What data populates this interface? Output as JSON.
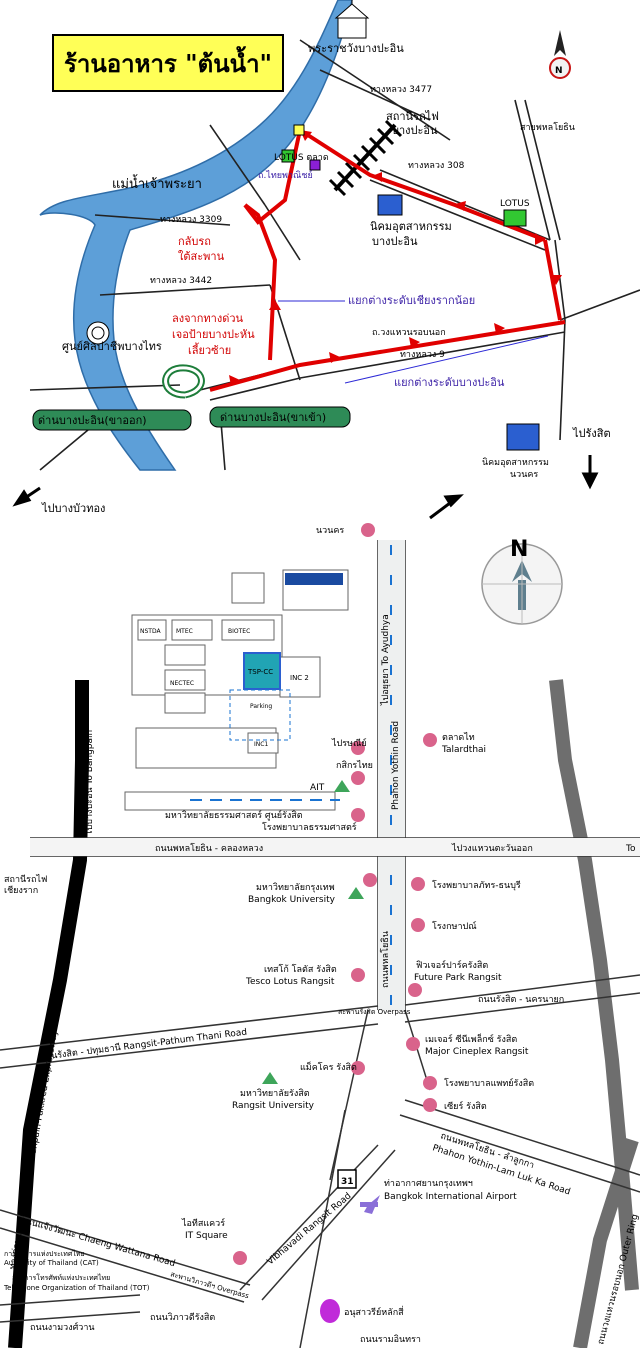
{
  "top_map": {
    "restaurant_title": "ร้านอาหาร \"ต้นน้ำ\"",
    "palace": "พระราชวังบางปะอิน",
    "station": [
      "สถานีรถไฟ",
      "บางปะอิน"
    ],
    "lotus_market": "LOTUS ตลาด",
    "thai_road": "ถ.ไทยพาณิชย์",
    "river": "แม่น้ำเจ้าพระยา",
    "hwy3309": "ทางหลวง 3309",
    "hwy3442": "ทางหลวง 3442",
    "hwy308": "ทางหลวง 308",
    "hwy3477": "ทางหลวง 3477",
    "phahonyothin_top": "สายพหลโยธิน",
    "lotus_right": "LOTUS",
    "industrial_bpi": [
      "นิคมอุตสาหกรรม",
      "บางปะอิน"
    ],
    "u_turn": [
      "กลับรถ",
      "ใต้สะพาน"
    ],
    "exit_note": [
      "ลงจากทางด่วน",
      "เจอป้ายบางปะหัน",
      "เลี้ยวซ้าย"
    ],
    "interchange_chiang_rak": "แยกต่างระดับเชียงรากน้อย",
    "outer_ring": "ถ.วงแหวนรอบนอก",
    "hwy9": "ทางหลวง 9",
    "interchange_bpi": "แยกต่างระดับบางปะอิน",
    "art_center": "ศูนย์ศิลปาชีพบางไทร",
    "toll_out": "ด่านบางปะอิน(ขาออก)",
    "toll_in": "ด่านบางปะอิน(ขาเข้า)",
    "industrial_navanakorn": [
      "นิคมอุตสาหกรรม",
      "นวนคร"
    ],
    "to_rangsit": "ไปรังสิต",
    "to_bangbuathong": "ไปบางบัวทอง"
  },
  "bottom_map": {
    "navanakorn": "นวนคร",
    "to_ayudhya": "ไปอยุธยา To Ayudhya",
    "phahon_road": "Phahon Yothin Road",
    "talad_thai_th": "ตลาดไท",
    "talad_thai_en": "Talardthai",
    "post_office": "ไปรษณีย์",
    "kasikorn": "กสิกรไทย",
    "ait": "AIT",
    "thammasat": "มหาวิทยาลัยธรรมศาสตร์ ศูนย์รังสิต",
    "thammasat_hospital": "โรงพยาบาลธรรมศาสตร์",
    "phahon_khlong_luang": "ถนนพหลโยธิน - คลองหลวง",
    "outer_ring_east": "ไปวงแหวนตะวันออก",
    "to_cut": "To",
    "to_bangpain": "ไปบางปะอิน To Bangpain",
    "chiang_rak_station": [
      "สถานีรถไฟ",
      "เชียงราก"
    ],
    "bangkok_univ_th": "มหาวิทยาลัยกรุงเทพ",
    "bangkok_univ_en": "Bangkok University",
    "pathum_hospital": "โรงพยาบาลภัทร-ธนบุรี",
    "kasem_hospital": "โรงกษาปณ์",
    "tesco_th": "เทสโก้ โลตัส รังสิต",
    "tesco_en": "Tesco Lotus Rangsit",
    "phahon_th": "ถนนพหลโยธิน",
    "future_park_th": "ฟิวเจอร์ปาร์ครังสิต",
    "future_park_en": "Future Park Rangsit",
    "rangsit_nakhonnayok": "ถนนรังสิต - นครนายก",
    "overpass1": "สะพานรังสิต Overpass",
    "rangsit_pathum": "ถนนรังสิต - ปทุมธานี Rangsit-Pathum Thani Road",
    "major_th": "เมเจอร์ ซีนีเพล็กซ์ รังสิต",
    "major_en": "Major Cineplex Rangsit",
    "makro": "แม็คโคร รังสิต",
    "rangsit_univ_th": "มหาวิทยาลัยรังสิต",
    "rangsit_univ_en": "Rangsit University",
    "rangsit_hospital": "โรงพยาบาลแพทย์รังสิต",
    "seer": "เซียร์ รังสิต",
    "expressway": "ทางด่วนบางปะอิน-ปากเกร็ด Banpain-Pakkred Expressway",
    "lamlukka_th": "ถนนพหลโยธิน - ลำลูกกา",
    "lamlukka_en": "Phahon Yothin-Lam Luk Ka Road",
    "outer_ring_road": "ถนนวงแหวนรอบนอก Outer Ring",
    "airport_th": "ท่าอากาศยานกรุงเทพฯ",
    "airport_en": "Bangkok International Airport",
    "vibhavadi": "Vibhavadi Rangsit Road",
    "hwy_badge": "31",
    "it_square_th": "ไอทีสแควร์",
    "it_square_en": "IT Square",
    "chaeng_wattana": "ถนนแจ้งวัฒนะ Chaeng Wattana Road",
    "cat_th": "การสื่อสารแห่งประเทศไทย",
    "cat_en": "Authority of Thailand (CAT)",
    "tot_th": "องค์การโทรศัพท์แห่งประเทศไทย",
    "tot_en": "Telephone Organization of Thailand (TOT)",
    "overpass2": "สะพานวิภาวดีฯ Overpass",
    "monument": "อนุสาวรีย์หลักสี่",
    "vibhavadi_th": "ถนนวิภาวดีรังสิต",
    "ngamwong": "ถนนงามวงศ์วาน",
    "road_cut": "ถนนรามอินทรา",
    "tsp_cc": "TSP-CC",
    "inc2": "INC 2",
    "inc1": "INC1",
    "parking": "Parking",
    "campus": [
      "NSTDA",
      "MTEC",
      "BIOTEC",
      "NECTEC"
    ]
  },
  "compass_letter": "N",
  "colors": {
    "route_red": "#e00000",
    "river_blue": "#5d9fd8",
    "toll_green": "#2e8b57",
    "poi_pink": "#d9638b",
    "industrial_blue": "#2b5fd0",
    "lotus_green": "#32c832",
    "expressway_black": "#000000",
    "outer_ring_gray": "#6e6e6e",
    "title_yellow": "#ffff57"
  }
}
